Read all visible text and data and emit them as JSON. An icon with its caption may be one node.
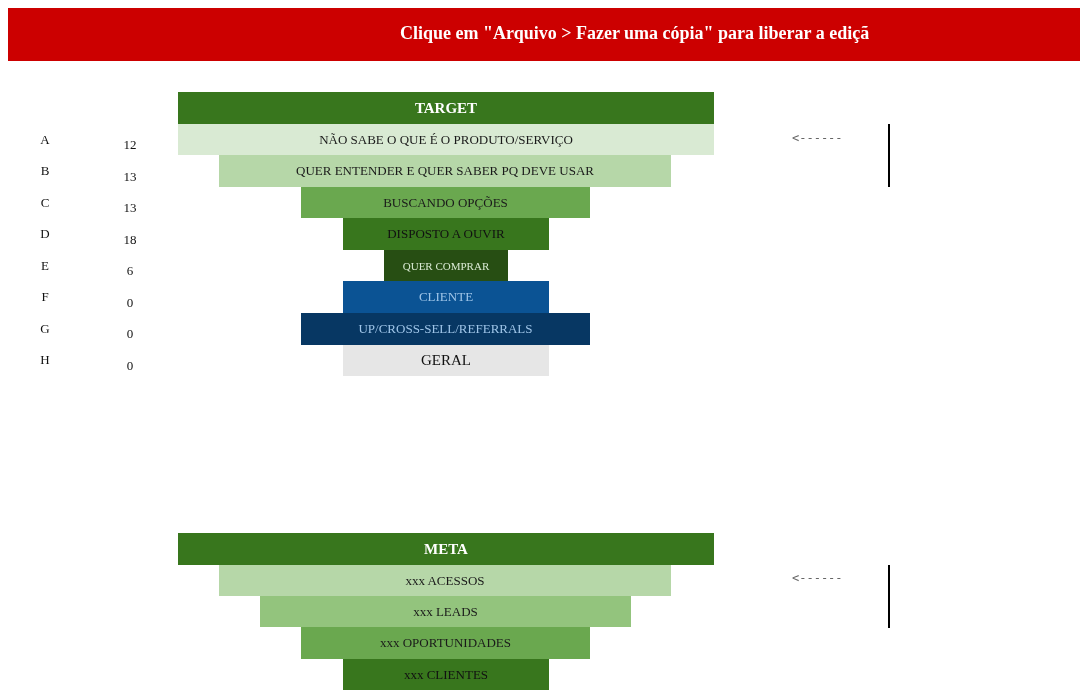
{
  "diagram": {
    "title": "Clique em \"Arquivo > Fazer uma cópia\" para liberar a ediçã",
    "nodes": [
      {
        "text": [
          "TARGET"
        ]
      },
      {
        "text": [
          "NÃO SABE O QUE É O PRODUTO/SERVIÇO"
        ]
      },
      {
        "text": [
          "QUER ENTENDER E QUER SABER PQ DEVE USAR"
        ]
      },
      {
        "text": [
          "BUSCANDO OPÇÕES"
        ]
      },
      {
        "text": [
          "DISPOSTO A OUVIR"
        ]
      },
      {
        "text": [
          "QUER COMPRAR"
        ]
      },
      {
        "text": [
          "CLIENTE"
        ]
      },
      {
        "text": [
          "UP/CROSS-SELL/REFERRALS"
        ]
      },
      {
        "text": [
          "GERAL"
        ]
      },
      {
        "text": [
          "META"
        ]
      },
      {
        "text": [
          "xxx ACESSOS"
        ]
      },
      {
        "text": [
          "xxx LEADS"
        ]
      },
      {
        "text": [
          "xxx OPORTUNIDADES"
        ]
      },
      {
        "text": [
          "xxx CLIENTES"
        ]
      }
    ],
    "edges": [],
    "labels": [
      "A",
      "12",
      "<------",
      "B",
      "13",
      "C",
      "13",
      "D",
      "18",
      "E",
      "6",
      "F",
      "0",
      "G",
      "0",
      "H",
      "0",
      "<------"
    ]
  }
}
